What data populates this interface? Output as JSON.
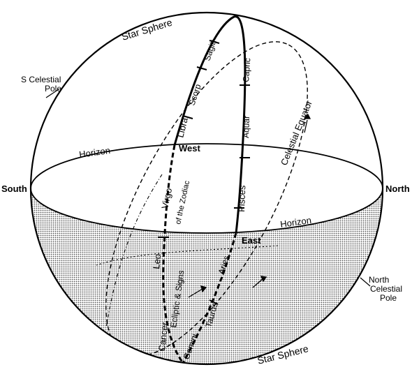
{
  "labels": {
    "star_sphere_top": "Star Sphere",
    "star_sphere_bottom": "Star Sphere",
    "s_celestial_pole_line1": "S Celestial",
    "s_celestial_pole_line2": "Pole",
    "n_celestial_pole_line1": "North",
    "n_celestial_pole_line2": "Celestial",
    "n_celestial_pole_line3": "Pole",
    "south": "South",
    "north": "North",
    "west": "West",
    "east": "East",
    "horizon_left": "Horizon",
    "horizon_right": "Horizon",
    "celestial_equator": "Celestial Equator",
    "virgo": "Virgo",
    "of_the_zodiac": "of the Zodiac",
    "ecliptic_signs": "Ecliptic & Signs",
    "zodiac": {
      "sagitt": "Sagitt",
      "scorp": "Scorp",
      "libra": "Libra",
      "capric": "Capric",
      "aquar": "Aquar",
      "pisces": "Pisces",
      "aries": "Aries",
      "taurus": "Taurus",
      "gemini": "Gemini",
      "cancer": "Cancer",
      "leo": "Leo"
    }
  },
  "colors": {
    "ink": "#000000",
    "paper": "#ffffff",
    "shade": "#c9c9c9"
  }
}
